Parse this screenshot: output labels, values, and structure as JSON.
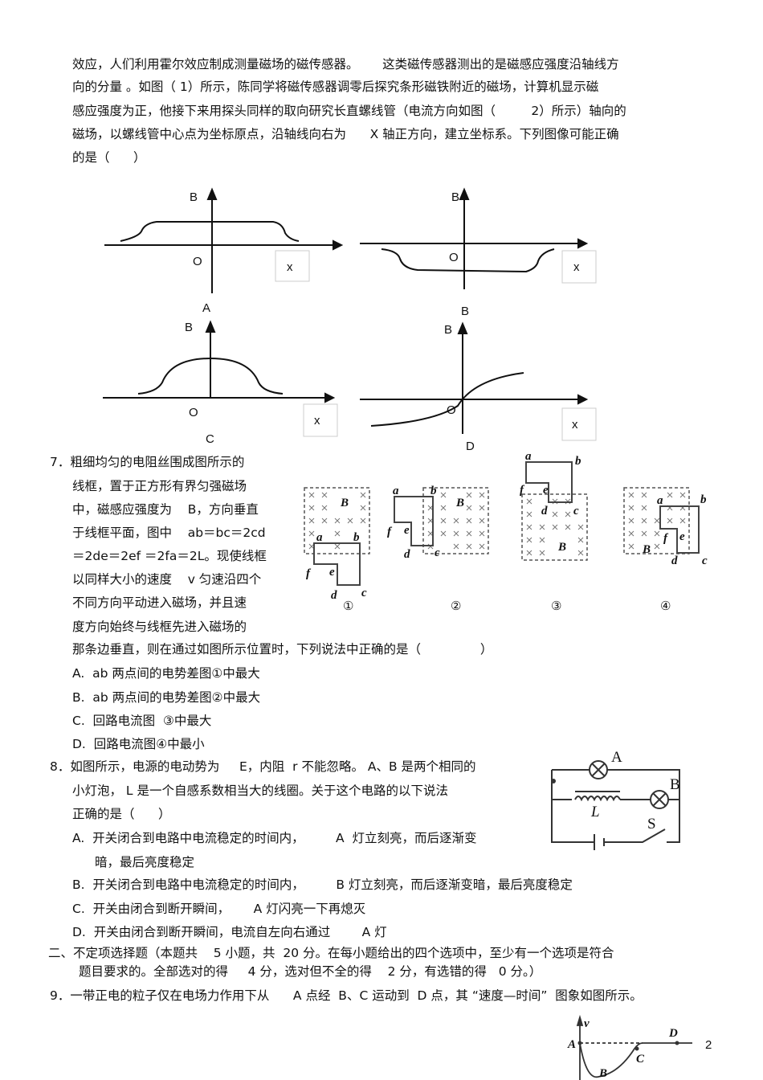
{
  "q6": {
    "lines": [
      "效应，人们利用霍尔效应制成测量磁场的磁传感器。      这类磁传感器测出的是磁感应强度沿轴线方",
      "向的分量 。如图（ 1）所示，陈同学将磁传感器调零后探究条形磁铁附近的磁场，计算机显示磁",
      "感应强度为正，他接下来用探头同样的取向研究长直螺线管（电流方向如图（         2）所示）轴向的",
      "磁场，以螺线管中心点为坐标原点，沿轴线向右为      X 轴正方向，建立坐标系。下列图像可能正确",
      "的是（      ）"
    ],
    "graphs": [
      {
        "label": "A",
        "y": "B",
        "o": "O",
        "x": "x"
      },
      {
        "label": "B",
        "y": "B",
        "o": "O",
        "x": "x"
      },
      {
        "label": "C",
        "y": "B",
        "o": "O",
        "x": "x"
      },
      {
        "label": "D",
        "y": "B",
        "o": "O",
        "x": "x"
      }
    ]
  },
  "q7": {
    "lines": [
      "7．粗细均匀的电阻丝围成图所示的",
      "线框，置于正方形有界匀强磁场",
      "中，磁感应强度为    B，方向垂直",
      "于线框平面，图中    ab＝bc＝2cd",
      "＝2de＝2ef ＝2fa＝2L。现使线框",
      "以同样大小的速度    v 匀速沿四个",
      "不同方向平动进入磁场，并且速",
      "度方向始终与线框先进入磁场的",
      "那条边垂直，则在通过如图所示位置时，下列说法中正确的是（               ）"
    ],
    "options": [
      "A.  ab 两点间的电势差图①中最大",
      "B.  ab 两点间的电势差图②中最大",
      "C.  回路电流图  ③中最大",
      "D.  回路电流图④中最小"
    ],
    "figure_labels": [
      "①",
      "②",
      "③",
      "④"
    ],
    "B": "B",
    "v": "v",
    "pts": [
      "a",
      "b",
      "c",
      "d",
      "e",
      "f"
    ]
  },
  "q8": {
    "lines": [
      "8．如图所示，电源的电动势为     E，内阻  r 不能忽略。 A、B 是两个相同的",
      "小灯泡， L 是一个自感系数相当大的线圈。关于这个电路的以下说法",
      "正确的是（      ）"
    ],
    "options": [
      "A.  开关闭合到电路中电流稳定的时间内，        A  灯立刻亮，而后逐渐变",
      "暗，最后亮度稳定",
      "B.  开关闭合到电路中电流稳定的时间内，        B 灯立刻亮，而后逐渐变暗，最后亮度稳定",
      "C.  开关由闭合到断开瞬间，      A 灯闪亮一下再熄灭",
      "D.  开关由闭合到断开瞬间，电流自左向右通过        A 灯"
    ],
    "circuit": {
      "A": "A",
      "B": "B",
      "L": "L",
      "S": "S"
    }
  },
  "section2": {
    "lines": [
      "二、不定项选择题（本题共    5 小题，共  20 分。在每小题给出的四个选项中，至少有一个选项是符合",
      "题目要求的。全部选对的得     4 分，选对但不全的得    2 分，有选错的得   0 分。）"
    ]
  },
  "q9": {
    "line": "9．一带正电的粒子仅在电场力作用下从      A 点经  B、C 运动到  D 点，其 “速度—时间”  图象如图所示。",
    "graph": {
      "v": "v",
      "A": "A",
      "B": "B",
      "C": "C",
      "D": "D"
    }
  },
  "page_number": "2"
}
